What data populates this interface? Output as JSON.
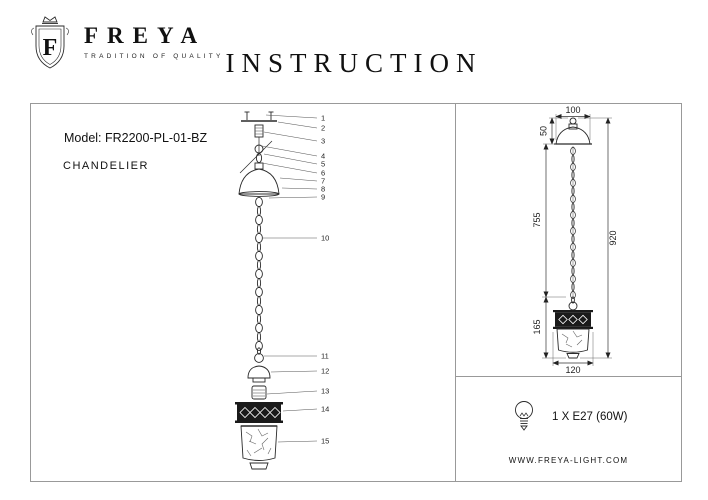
{
  "header": {
    "brand": "FREYA",
    "logo_initial": "F",
    "tagline": "TRADITION OF QUALITY",
    "title": "INSTRUCTION"
  },
  "left_panel": {
    "model_label": "Model: FR2200-PL-01-BZ",
    "product_type": "CHANDELIER",
    "part_numbers": [
      "1",
      "2",
      "3",
      "4",
      "5",
      "6",
      "7",
      "8",
      "9",
      "10",
      "11",
      "12",
      "13",
      "14",
      "15"
    ]
  },
  "dimensions": {
    "top_width": "100",
    "canopy_height": "50",
    "chain_length": "755",
    "total_height": "920",
    "shade_height": "165",
    "shade_width": "120"
  },
  "spec": {
    "lamp": "1 X E27 (60W)",
    "website": "WWW.FREYA-LIGHT.COM"
  },
  "colors": {
    "ink": "#1f1f1f",
    "frame_border": "#999999",
    "background": "#ffffff"
  }
}
